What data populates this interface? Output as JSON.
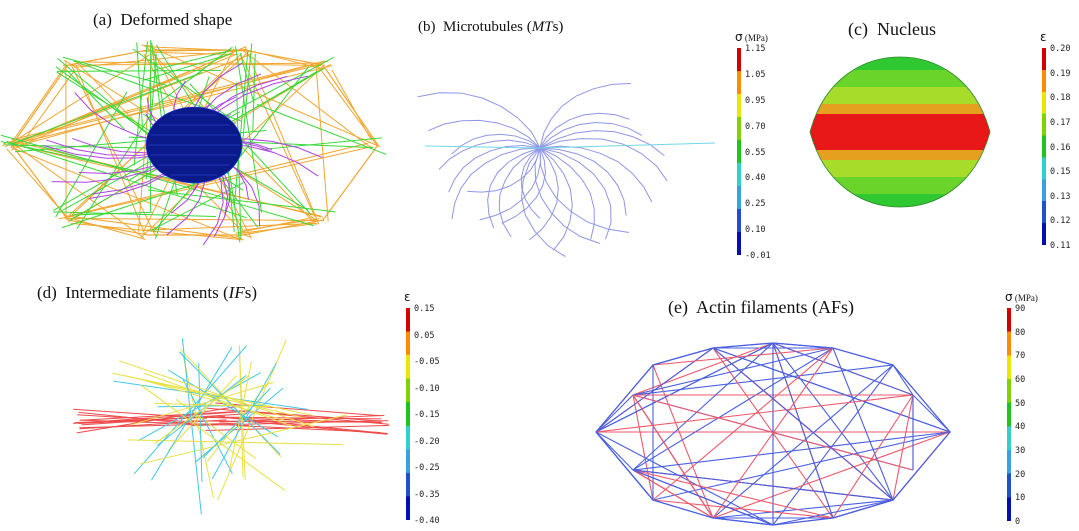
{
  "panels": {
    "a": {
      "label": "(a)",
      "title": "Deformed shape"
    },
    "b": {
      "label": "(b)",
      "title_pre": "Microtubules (",
      "title_em": "MT",
      "title_post": "s)"
    },
    "c": {
      "label": "(c)",
      "title": "Nucleus"
    },
    "d": {
      "label": "(d)",
      "title_pre": "Intermediate filaments (",
      "title_em": "IF",
      "title_post": "s)"
    },
    "e": {
      "label": "(e)",
      "title": "Actin filaments (AFs)"
    }
  },
  "colorbars": {
    "b": {
      "symbol": "σ",
      "unit": "(MPa)",
      "ticks": [
        "1.15",
        "1.05",
        "0.95",
        "0.70",
        "0.55",
        "0.40",
        "0.25",
        "0.10",
        "-0.01"
      ]
    },
    "c": {
      "symbol": "ε",
      "unit": "",
      "ticks": [
        "0.20",
        "0.19",
        "0.18",
        "0.17",
        "0.16",
        "0.15",
        "0.13",
        "0.12",
        "0.11"
      ]
    },
    "d": {
      "symbol": "ε",
      "unit": "",
      "ticks": [
        "0.15",
        "0.05",
        "-0.05",
        "-0.10",
        "-0.15",
        "-0.20",
        "-0.25",
        "-0.35",
        "-0.40"
      ]
    },
    "e": {
      "symbol": "σ",
      "unit": "(MPa)",
      "ticks": [
        "90",
        "80",
        "70",
        "60",
        "50",
        "40",
        "30",
        "20",
        "10",
        "0"
      ]
    }
  },
  "colors": {
    "scale": [
      "#d40000",
      "#ff8c00",
      "#e8e800",
      "#7fd400",
      "#1fc41f",
      "#30d0d0",
      "#3aa0e0",
      "#2050d0",
      "#0010b0"
    ],
    "nucleus_blue": "#0a1a8a",
    "mt_line": "#8f96e6",
    "af_red": "#ee5a6a",
    "af_blue": "#4a60e0",
    "if_red": "#ee4a4a",
    "if_cyan": "#40c8e8",
    "if_yellow": "#e8e040",
    "deform_orange": "#f2a630",
    "deform_green": "#38d838",
    "deform_purple": "#b040e8"
  }
}
